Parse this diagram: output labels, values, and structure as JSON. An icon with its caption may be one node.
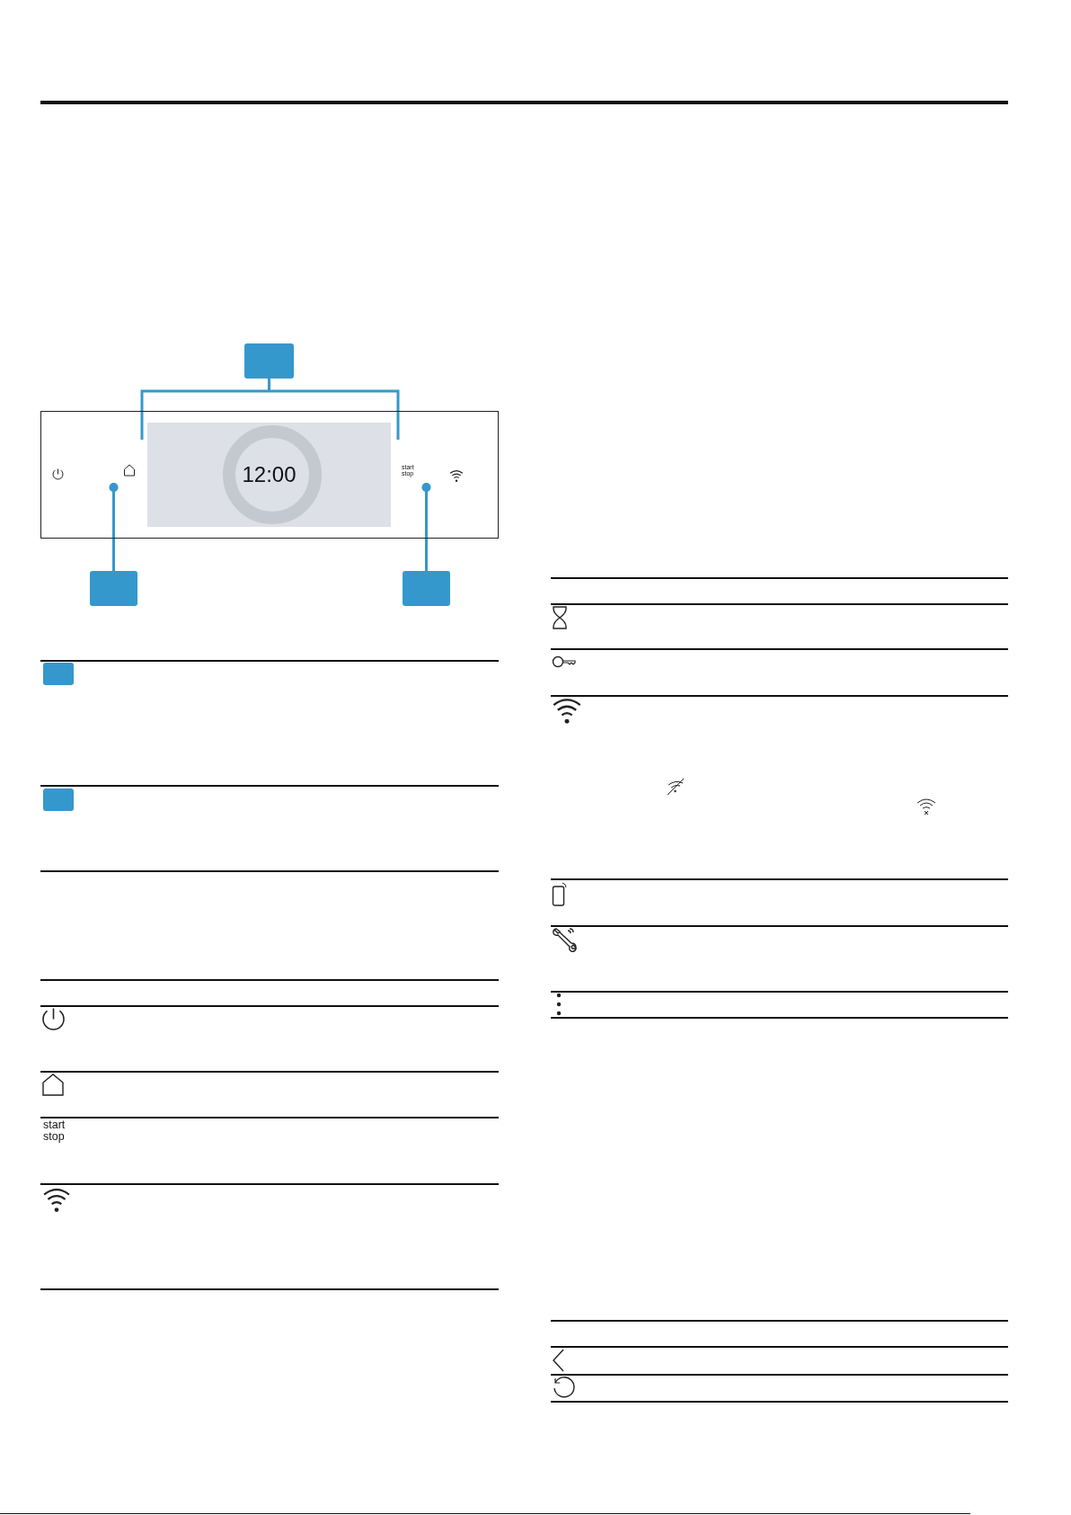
{
  "diagram": {
    "nodes": [
      {
        "text": [],
        "shape": "box"
      },
      {
        "text": [],
        "shape": "box"
      },
      {
        "text": [],
        "shape": "box"
      },
      {
        "text": [
          "12:00"
        ]
      },
      {
        "text": [],
        "shape": "box"
      },
      {
        "text": [
          "start stop"
        ]
      },
      {
        "text": [],
        "shape": "box"
      },
      {
        "text": [],
        "shape": "box"
      }
    ],
    "edges": [
      {
        "from": 0,
        "to": 3,
        "arrow": "none"
      },
      {
        "from": 1,
        "to": 4,
        "arrow": "other"
      },
      {
        "from": 2,
        "to": 5,
        "arrow": "other"
      }
    ],
    "labels": [
      "start stop"
    ]
  }
}
